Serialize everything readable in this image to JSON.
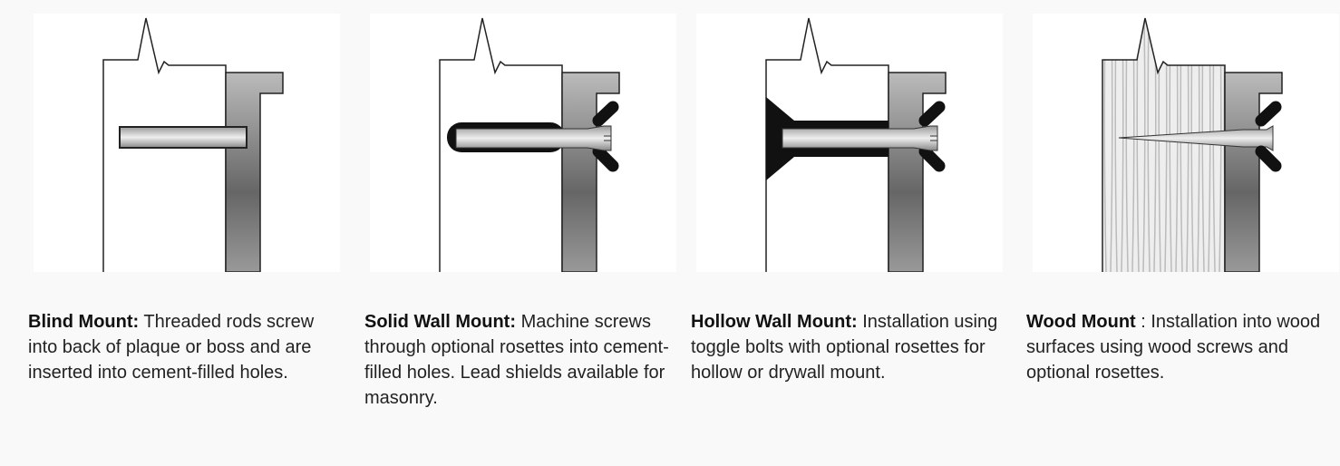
{
  "mounts": [
    {
      "title": "Blind Mount:",
      "text": " Threaded rods screw into back of plaque or boss and are inserted into cement-filled holes.",
      "variant": "blind"
    },
    {
      "title": "Solid Wall Mount:",
      "text": " Machine screws through optional rosettes into cement-filled holes. Lead shields available for masonry.",
      "variant": "solid"
    },
    {
      "title": "Hollow Wall Mount:",
      "text": " Installation using toggle bolts with optional rosettes for hollow or drywall mount.",
      "variant": "hollow"
    },
    {
      "title": "Wood Mount",
      "text": " : Installation into wood surfaces using wood screws and optional rosettes.",
      "variant": "wood"
    }
  ]
}
